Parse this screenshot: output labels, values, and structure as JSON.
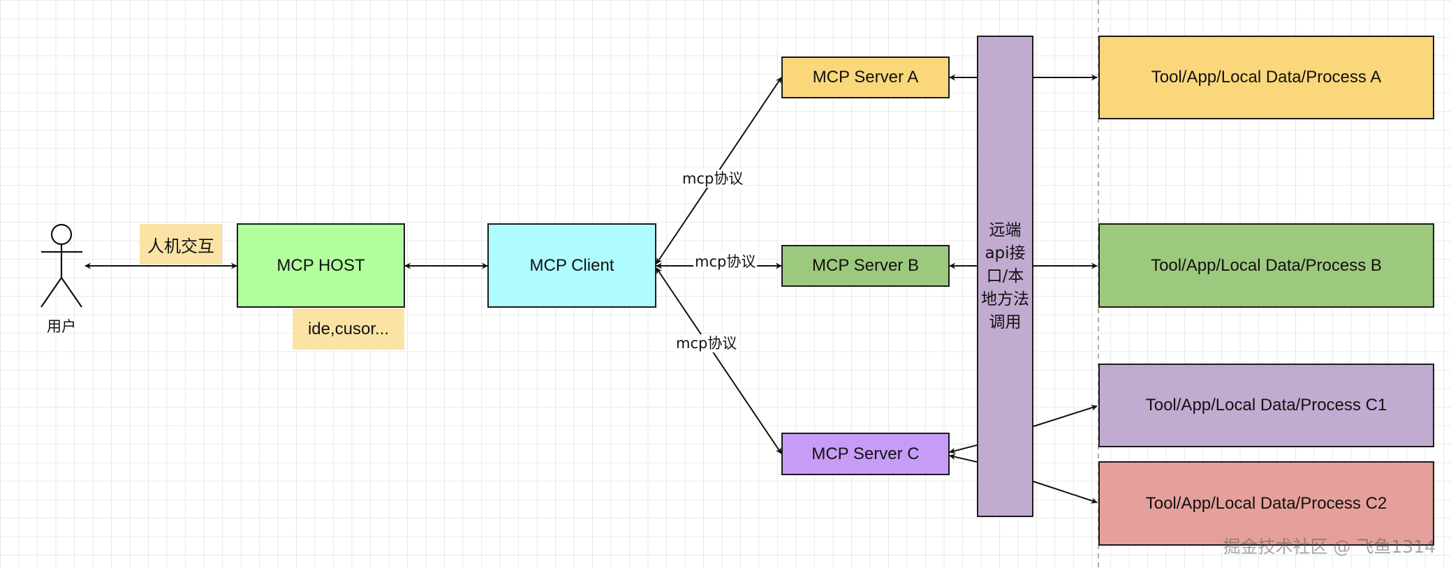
{
  "actor": {
    "label": "用户"
  },
  "notes": {
    "interaction": "人机交互",
    "host_examples": "ide,cusor..."
  },
  "nodes": {
    "host": "MCP HOST",
    "client": "MCP Client",
    "server_a": "MCP Server A",
    "server_b": "MCP Server B",
    "server_c": "MCP Server C",
    "gateway_lines": [
      "远端",
      "api接",
      "口/本",
      "地方法",
      "调用"
    ],
    "tool_a": "Tool/App/Local Data/Process A",
    "tool_b": "Tool/App/Local Data/Process B",
    "tool_c1": "Tool/App/Local Data/Process C1",
    "tool_c2": "Tool/App/Local Data/Process C2"
  },
  "edge_labels": {
    "to_a": "mcp协议",
    "to_b": "mcp协议",
    "to_c": "mcp协议"
  },
  "colors": {
    "host": "#b3ff9f",
    "client": "#aefcff",
    "server_a": "#fad77a",
    "server_b": "#9dc97e",
    "server_c": "#c79cf7",
    "gateway": "#c2abd1",
    "tool_a": "#fad77a",
    "tool_b": "#9dc97e",
    "tool_c1": "#c2abd1",
    "tool_c2": "#e6a09b",
    "note": "#fbe3a5"
  },
  "watermark": "掘金技术社区 @ 飞鱼1314"
}
